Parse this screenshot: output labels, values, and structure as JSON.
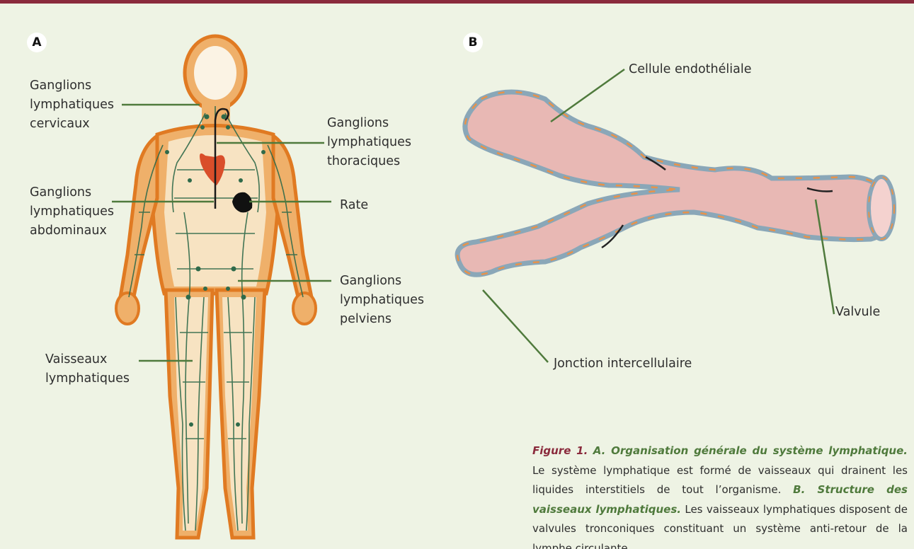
{
  "panels": {
    "a": "A",
    "b": "B"
  },
  "panel_a_labels": {
    "cervicaux": "Ganglions\nlymphatiques\ncervicaux",
    "thoraciques": "Ganglions\nlymphatiques\nthoraciques",
    "abdominaux": "Ganglions\nlymphatiques\nabdominaux",
    "rate": "Rate",
    "pelviens": "Ganglions\nlymphatiques\npelviens",
    "vaisseaux": "Vaisseaux\nlymphatiques"
  },
  "panel_b_labels": {
    "cellule": "Cellule endothéliale",
    "valvule": "Valvule",
    "jonction": "Jonction intercellulaire"
  },
  "caption": {
    "figure": "Figure 1.",
    "a_title": "A. Organisation générale du système lymphatique.",
    "a_text": "Le système lymphatique est formé de vaisseaux qui drainent les liquides interstitiels de tout l’organisme.",
    "b_title": "B. Structure des vaisseaux lymphatiques.",
    "b_text": "Les vaisseaux lymphatiques disposent de valvules tronconiques constituant un système anti-retour de la lymphe circulante."
  },
  "colors": {
    "background": "#eef3e4",
    "top_rule": "#8a2a3c",
    "leader_lines": "#4f7a3c",
    "vessel_fill": "#e8b8b4",
    "body_glow": "#e9a24e"
  }
}
